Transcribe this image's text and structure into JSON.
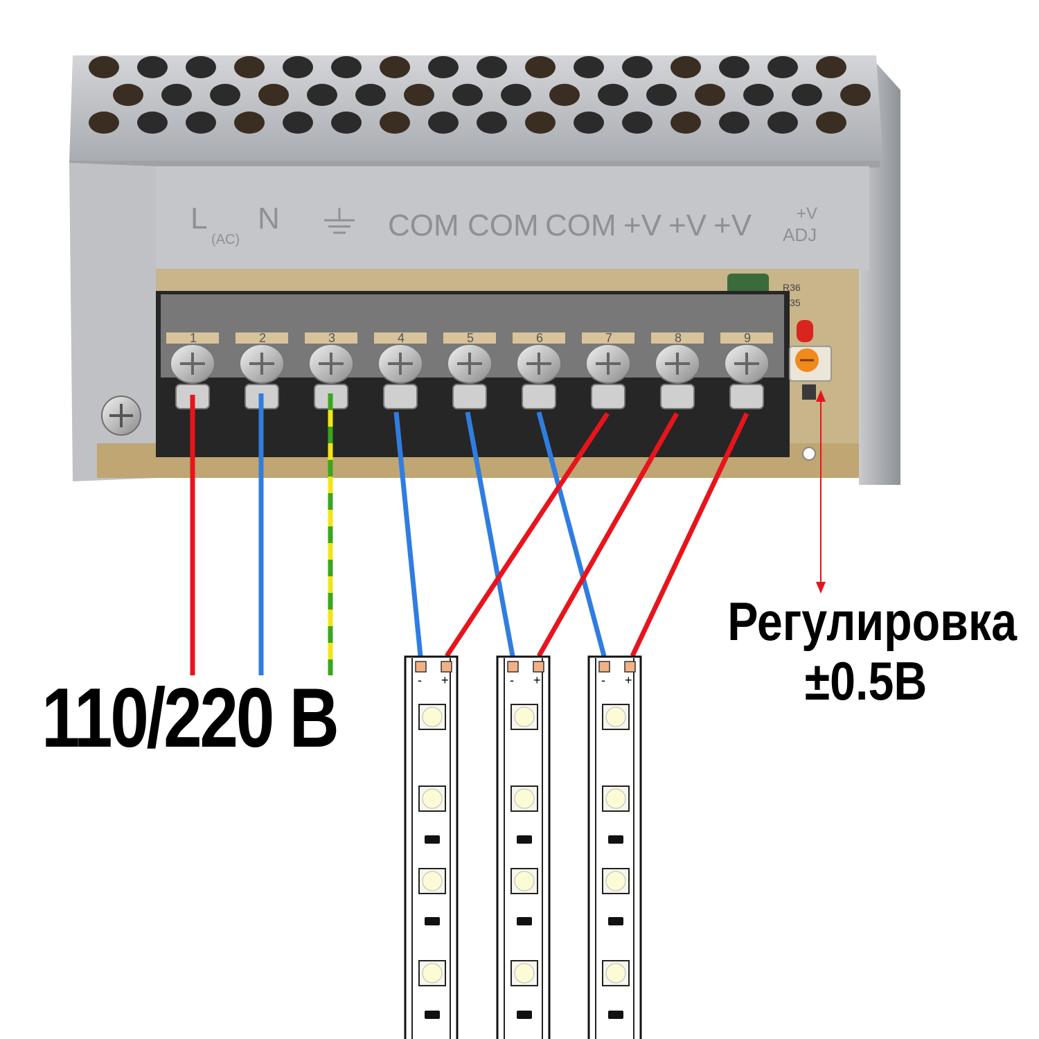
{
  "psu": {
    "terminal_labels": [
      "L",
      "N",
      "COM",
      "COM",
      "COM",
      "+V",
      "+V",
      "+V",
      "+V"
    ],
    "ac_label": "(AC)",
    "adj_label": "ADJ",
    "terminal_numbers": [
      "1",
      "2",
      "3",
      "4",
      "5",
      "6",
      "7",
      "8",
      "9"
    ],
    "pcb_labels": [
      "R36",
      "R35"
    ]
  },
  "input_voltage_label": "110/220 В",
  "adjust_label_line1": "Регулировка",
  "adjust_label_line2": "±0.5В",
  "strip_pad_minus": "-",
  "strip_pad_plus": "+",
  "colors": {
    "live_wire": "#e8141c",
    "neutral_wire": "#2f7de1",
    "ground_green": "#3aa51f",
    "ground_yellow": "#f2e418",
    "negative_wire": "#2f7de1",
    "positive_wire": "#e8141c",
    "psu_metal": "#b9bcc0",
    "terminal_block": "#2a2a2a"
  }
}
